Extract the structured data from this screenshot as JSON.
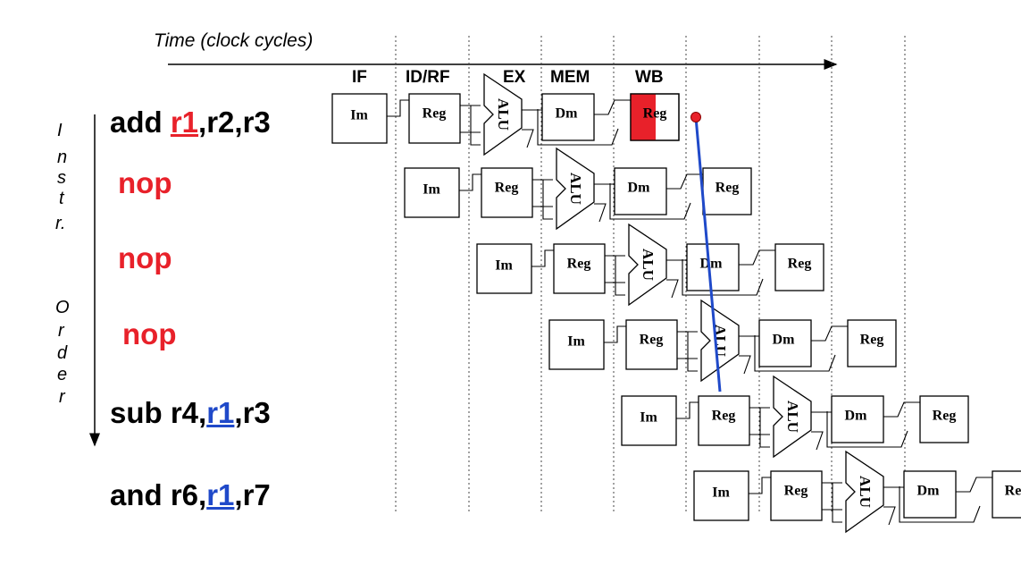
{
  "time_axis_label": "Time (clock cycles)",
  "stages": [
    "IF",
    "ID/RF",
    "EX",
    "MEM",
    "WB"
  ],
  "order_axis_letters": [
    "I",
    "n",
    "s",
    "t",
    "r.",
    "O",
    "r",
    "d",
    "e",
    "r"
  ],
  "instructions": [
    {
      "pre": "add ",
      "reg": "r1",
      "post": ",r2,r3",
      "reg_color": "red"
    },
    {
      "pre": "nop",
      "reg": "",
      "post": "",
      "reg_color": "none"
    },
    {
      "pre": "nop",
      "reg": "",
      "post": "",
      "reg_color": "none"
    },
    {
      "pre": "nop",
      "reg": "",
      "post": "",
      "reg_color": "none"
    },
    {
      "pre": "sub r4,",
      "reg": "r1",
      "post": ",r3",
      "reg_color": "blue"
    },
    {
      "pre": "and r6,",
      "reg": "r1",
      "post": ",r7",
      "reg_color": "blue"
    }
  ],
  "block_labels": {
    "im": "Im",
    "reg": "Reg",
    "alu": "ALU",
    "dm": "Dm"
  },
  "colors": {
    "highlight_red": "#e8212a",
    "forward_line": "#1f49c9",
    "text": "#000000"
  }
}
